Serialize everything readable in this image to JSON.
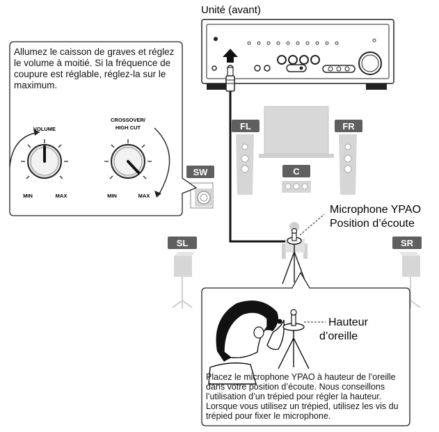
{
  "unit_label": "Unité (avant)",
  "subwoofer_instruction": "Allumez le caisson de graves et réglez le volume à moitié. Si la fréquence de coupure est réglable, réglez-la sur le maximum.",
  "knobs": {
    "volume": {
      "label": "VOLUME",
      "min": "MIN",
      "max": "MAX"
    },
    "crossover": {
      "label_line1": "CROSSOVER/",
      "label_line2": "HIGH CUT",
      "min": "MIN",
      "max": "MAX"
    }
  },
  "speakers": {
    "fl": "FL",
    "fr": "FR",
    "c": "C",
    "sw": "SW",
    "sl": "SL",
    "sr": "SR"
  },
  "microphone_label": "Microphone YPAO",
  "listening_position_label": "Position d’écoute",
  "ear_height_line1": "Hauteur",
  "ear_height_line2": "d’oreille",
  "placement_instruction": "Placez le microphone YPAO à hauteur de l’oreille dans votre position d’écoute. Nous conseillons l’utilisation d’un trépied pour régler la hauteur. Lorsque vous utilisez un trépied, utilisez les vis du trépied pour fixer le microphone.",
  "colors": {
    "speaker_badge": "#5f5f5f",
    "speaker_body": "#d6d6d6",
    "cable": "#111111",
    "outline": "#333333"
  }
}
